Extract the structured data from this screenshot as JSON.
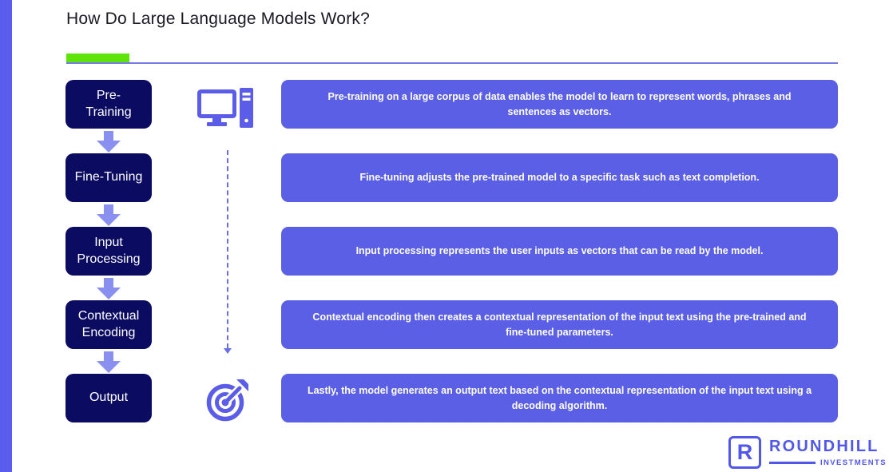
{
  "title": "How Do Large Language Models Work?",
  "steps": [
    {
      "label": "Pre-\nTraining",
      "description": "Pre-training on a large corpus of data enables the model to learn to represent words, phrases and sentences as vectors."
    },
    {
      "label": "Fine-Tuning",
      "description": "Fine-tuning adjusts the pre-trained model to a specific task such as text completion."
    },
    {
      "label": "Input\nProcessing",
      "description": "Input processing represents the user inputs as vectors that can be read by the model."
    },
    {
      "label": "Contextual\nEncoding",
      "description": "Contextual encoding then creates a contextual representation of the input text using the pre-trained and fine-tuned parameters."
    },
    {
      "label": "Output",
      "description": "Lastly, the model generates an output text based on the contextual representation of the input text using a decoding algorithm."
    }
  ],
  "icons": {
    "pre_training": "desktop-computer-icon",
    "output": "target-dart-icon"
  },
  "logo": {
    "mark": "R",
    "brand": "ROUNDHILL",
    "subtitle": "INVESTMENTS"
  },
  "colors": {
    "accent_bar": "#5a5cee",
    "title_text": "#1a1a24",
    "green_chip": "#5ee30b",
    "divider_line": "#7679e6",
    "step_box": "#0b0b62",
    "desc_box": "#5b5fe6",
    "arrow": "#8a90f0",
    "dashed": "#6a6fe8",
    "icon": "#5b5de8",
    "logo": "#5157e8",
    "box_text": "#ffffff"
  }
}
